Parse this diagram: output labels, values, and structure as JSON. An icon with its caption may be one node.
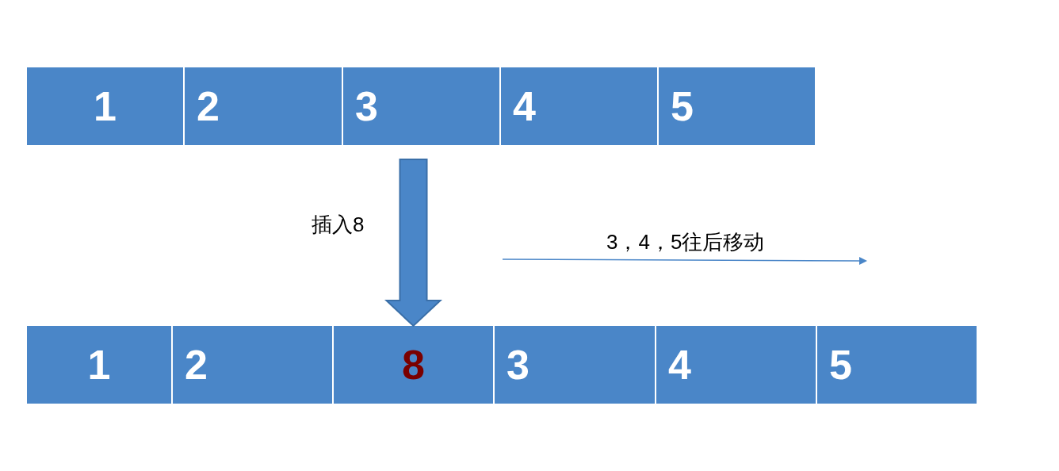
{
  "diagram": {
    "nodes": [
      {
        "text": [
          "1"
        ]
      },
      {
        "text": [
          "2"
        ]
      },
      {
        "text": [
          "3"
        ]
      },
      {
        "text": [
          "4"
        ]
      },
      {
        "text": [
          "5"
        ]
      },
      {
        "text": [
          "1"
        ]
      },
      {
        "text": [
          "2"
        ]
      },
      {
        "text": [
          "8"
        ]
      },
      {
        "text": [
          "3"
        ]
      },
      {
        "text": [
          "4"
        ]
      },
      {
        "text": [
          "5"
        ]
      }
    ],
    "edges": [
      {
        "from": 2,
        "to": 7,
        "arrow": "to",
        "label": "插入8",
        "style": "thick"
      }
    ],
    "labels": [
      "3，4，5往后移动"
    ]
  }
}
